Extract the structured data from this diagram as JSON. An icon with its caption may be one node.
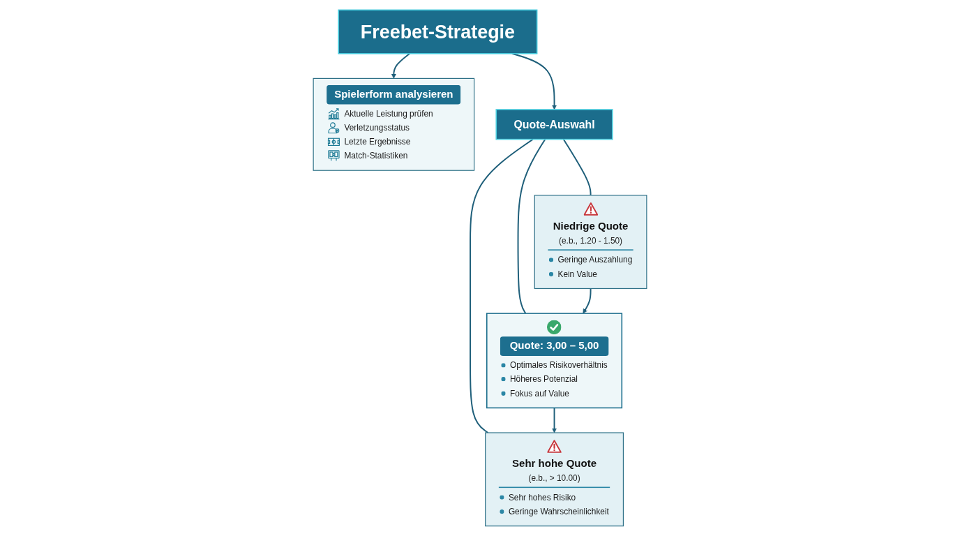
{
  "diagram": {
    "nodes": [
      {
        "text": [
          "Freebet-Strategie"
        ]
      },
      {
        "text": [
          "Spielerform analysieren",
          "Aktuelle Leistung prüfen",
          "Verletzungsstatus",
          "Letzte Ergebnisse",
          "Match-Statistiken"
        ]
      },
      {
        "text": [
          "Quote-Auswahl"
        ]
      },
      {
        "text": [
          "Niedrige Quote",
          "(e.b., 1.20 - 1.50)",
          "Geringe Auszahlung",
          "Kein Value"
        ]
      },
      {
        "text": [
          "Quote: 3,00 – 5,00",
          "Optimales Risikoverhältnis",
          "Höheres Potenzial",
          "Fokus auf Value"
        ]
      },
      {
        "text": [
          "Sehr hohe Quote",
          "(e.b., > 10.00)",
          "Sehr hohes Risiko",
          "Geringe Wahrscheinlichkeit"
        ]
      }
    ],
    "edges": [
      {
        "from": 0,
        "to": 1,
        "arrow": "to"
      },
      {
        "from": 0,
        "to": 2,
        "arrow": "to"
      },
      {
        "from": 2,
        "to": 3,
        "arrow": "none"
      },
      {
        "from": 2,
        "to": 4,
        "arrow": "none"
      },
      {
        "from": 2,
        "to": 5,
        "arrow": "none"
      },
      {
        "from": 3,
        "to": 4,
        "arrow": "to"
      },
      {
        "from": 4,
        "to": 5,
        "arrow": "to"
      }
    ]
  }
}
